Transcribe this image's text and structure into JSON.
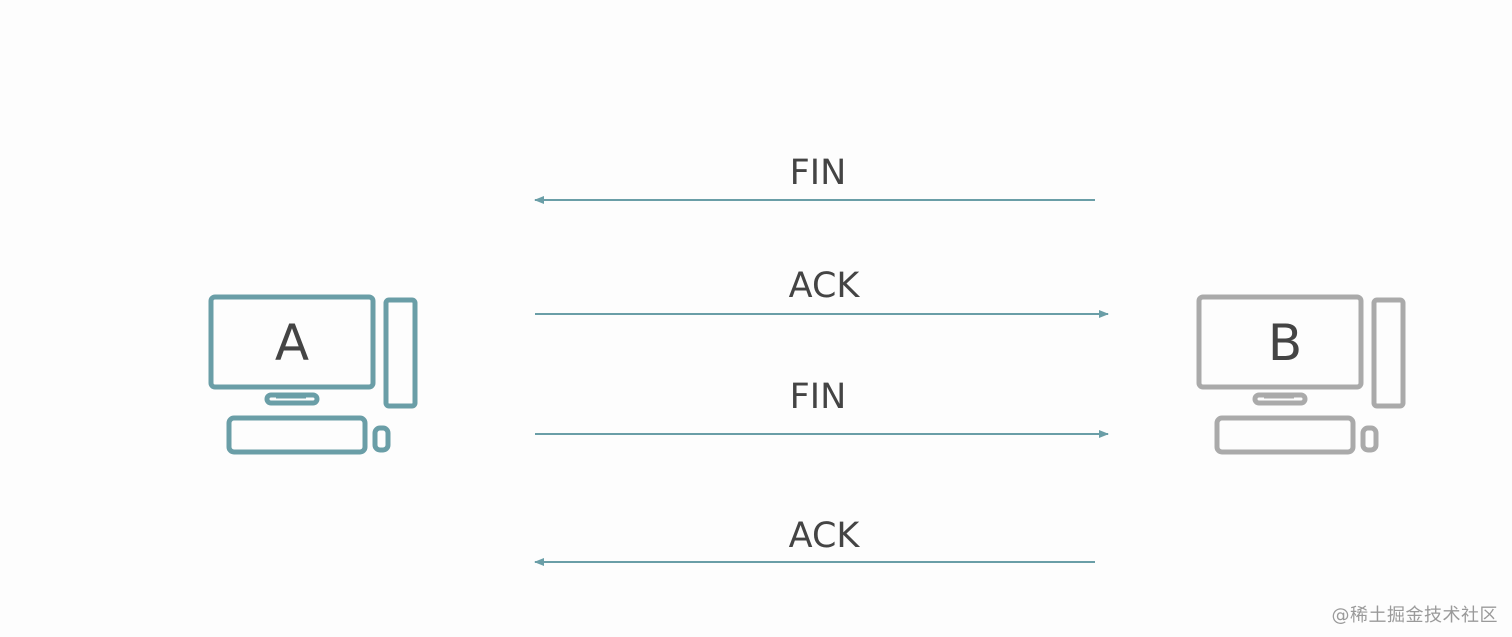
{
  "colors": {
    "active": "#6a9ea7",
    "inactive": "#aaaaaa",
    "text": "#444444"
  },
  "hosts": {
    "left": {
      "label": "A",
      "state": "active"
    },
    "right": {
      "label": "B",
      "state": "inactive"
    }
  },
  "messages": [
    {
      "label": "FIN",
      "direction": "to-left"
    },
    {
      "label": "ACK",
      "direction": "to-right"
    },
    {
      "label": "FIN",
      "direction": "to-right"
    },
    {
      "label": "ACK",
      "direction": "to-left"
    }
  ],
  "watermark": "@稀土掘金技术社区"
}
